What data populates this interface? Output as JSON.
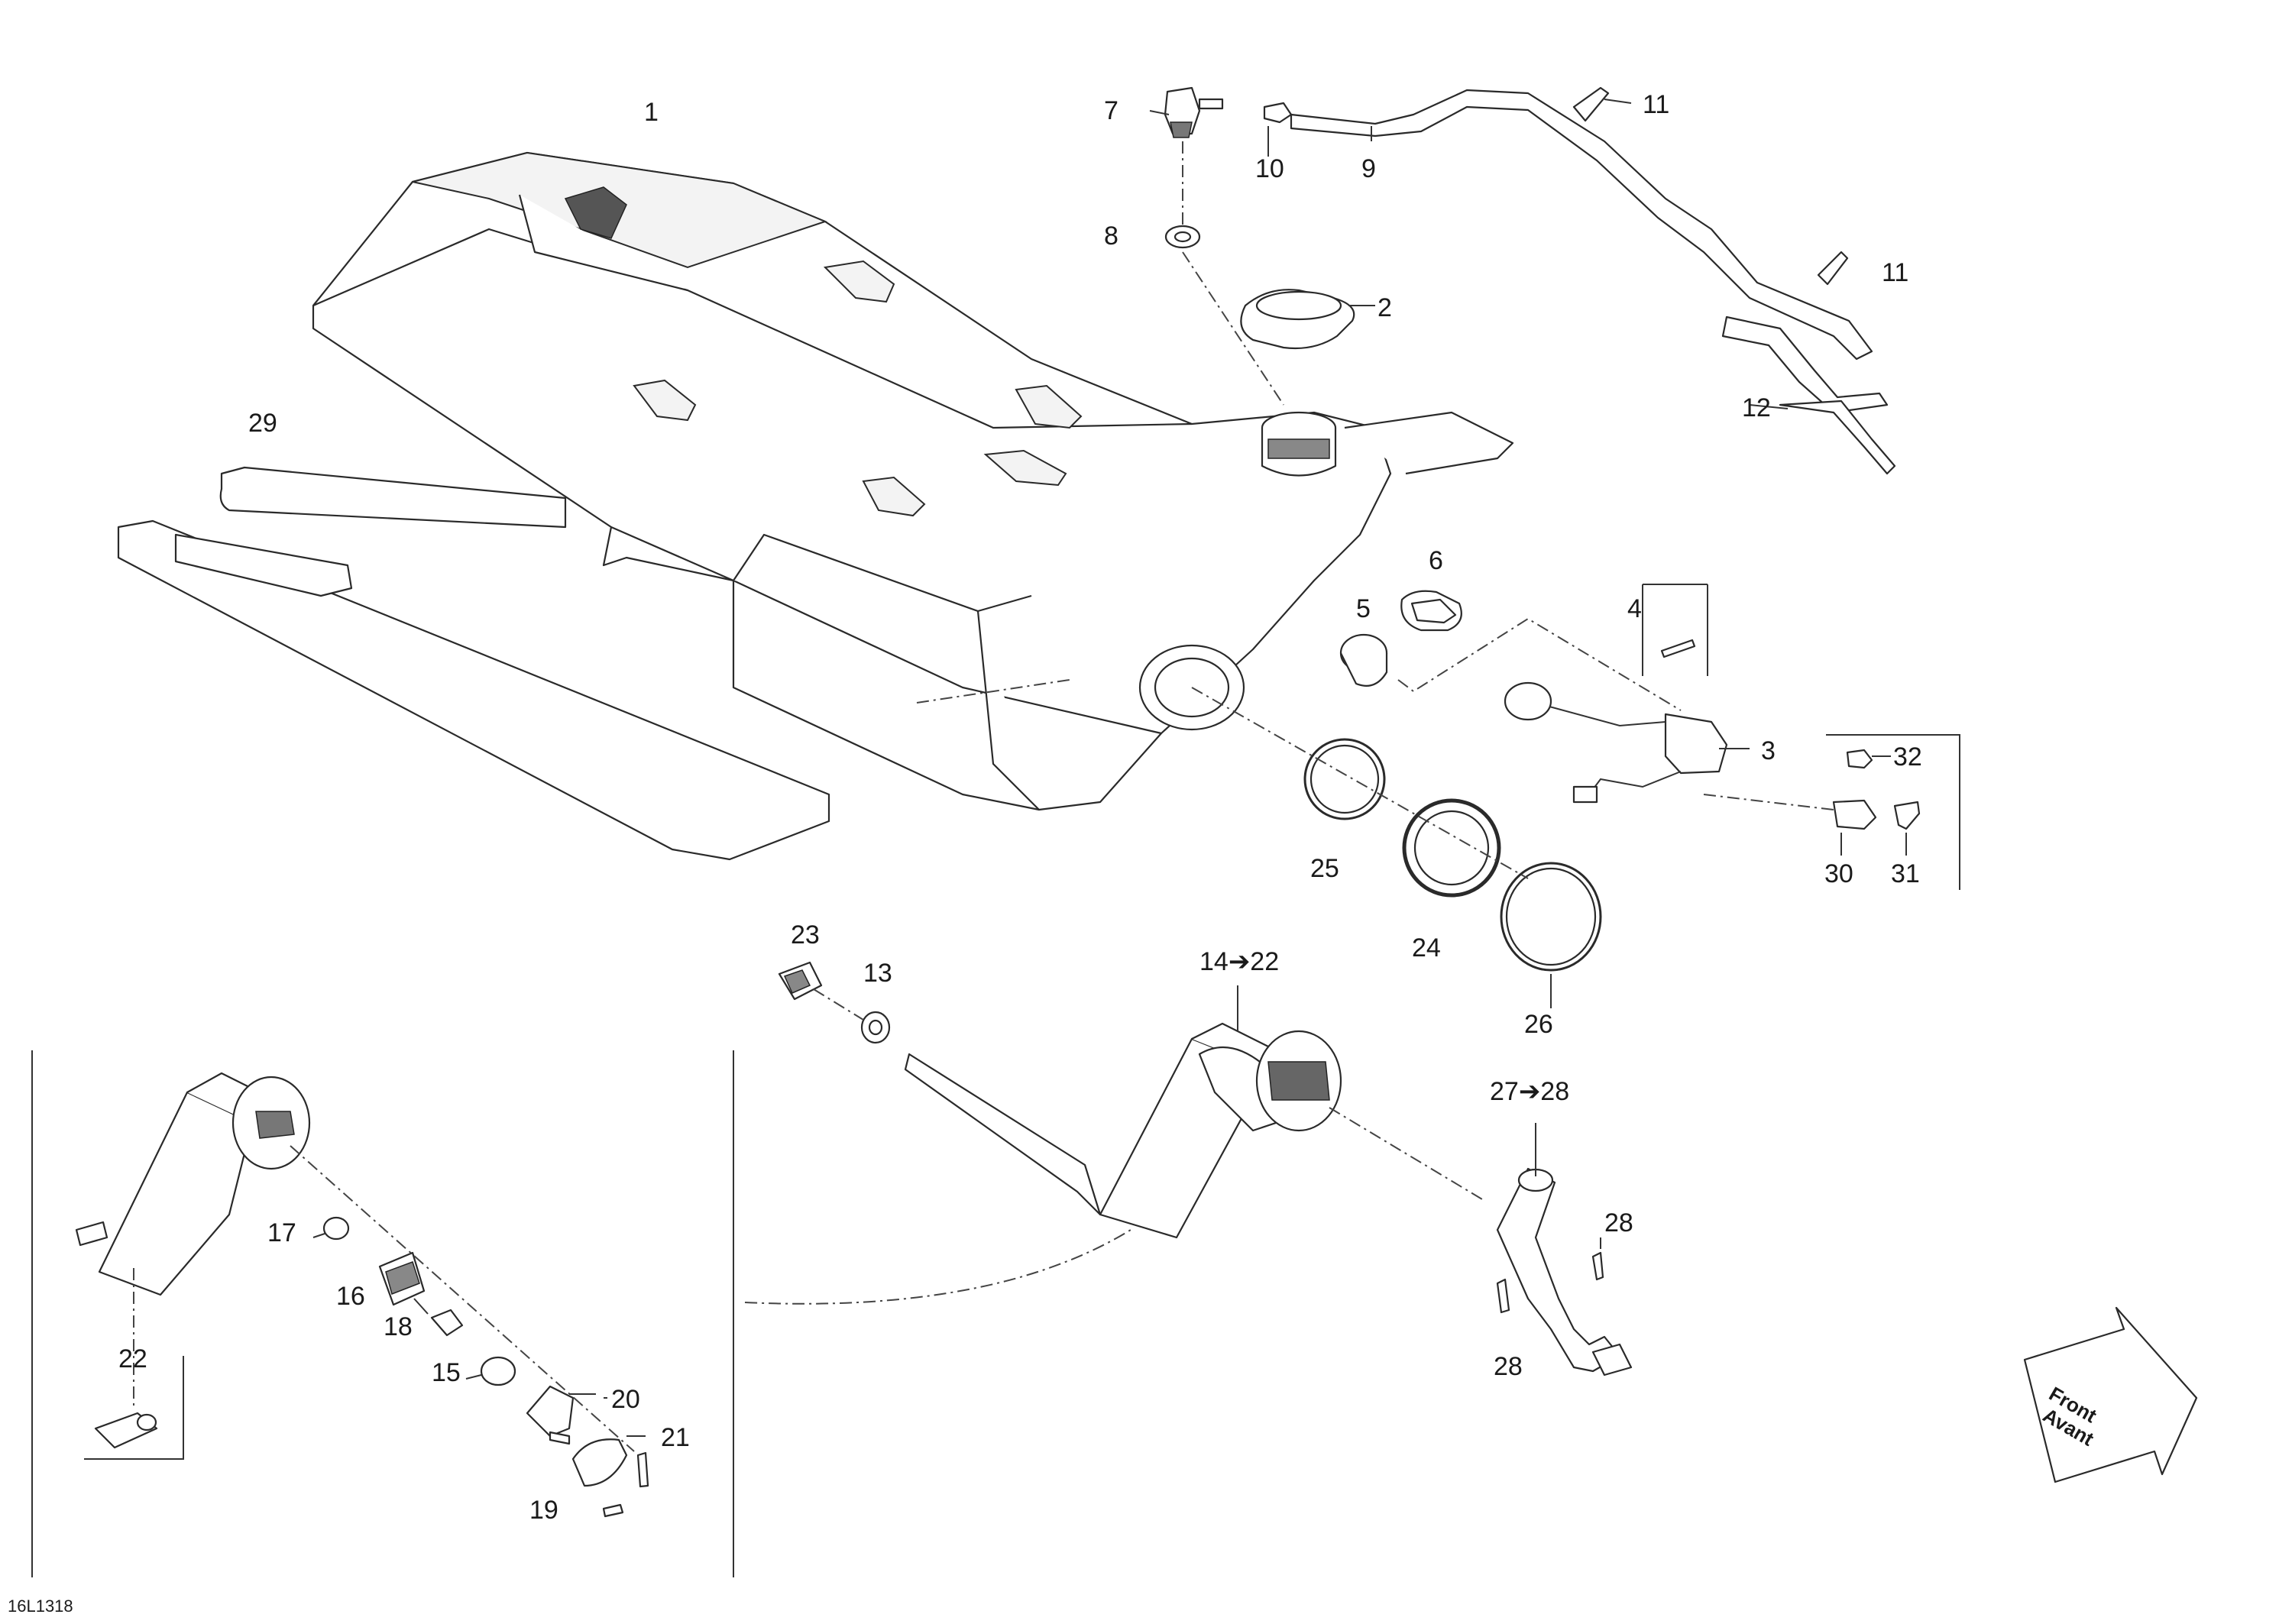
{
  "diagram": {
    "drawing_code": "16L1318",
    "front_arrow": {
      "line1": "Front",
      "line2": "Avant"
    },
    "callouts": [
      {
        "id": "c1",
        "label": "1"
      },
      {
        "id": "c2",
        "label": "2"
      },
      {
        "id": "c3",
        "label": "3"
      },
      {
        "id": "c4",
        "label": "4"
      },
      {
        "id": "c5",
        "label": "5"
      },
      {
        "id": "c6",
        "label": "6"
      },
      {
        "id": "c7",
        "label": "7"
      },
      {
        "id": "c8",
        "label": "8"
      },
      {
        "id": "c9",
        "label": "9"
      },
      {
        "id": "c10",
        "label": "10"
      },
      {
        "id": "c11a",
        "label": "11"
      },
      {
        "id": "c11b",
        "label": "11"
      },
      {
        "id": "c12",
        "label": "12"
      },
      {
        "id": "c13",
        "label": "13"
      },
      {
        "id": "c14",
        "label": "14➔22"
      },
      {
        "id": "c15",
        "label": "15"
      },
      {
        "id": "c16",
        "label": "16"
      },
      {
        "id": "c17",
        "label": "17"
      },
      {
        "id": "c18",
        "label": "18"
      },
      {
        "id": "c19",
        "label": "19"
      },
      {
        "id": "c20",
        "label": "20"
      },
      {
        "id": "c21",
        "label": "21"
      },
      {
        "id": "c22",
        "label": "22"
      },
      {
        "id": "c23",
        "label": "23"
      },
      {
        "id": "c24",
        "label": "24"
      },
      {
        "id": "c25",
        "label": "25"
      },
      {
        "id": "c26",
        "label": "26"
      },
      {
        "id": "c27",
        "label": "27➔28"
      },
      {
        "id": "c28a",
        "label": "28"
      },
      {
        "id": "c28b",
        "label": "28"
      },
      {
        "id": "c29",
        "label": "29"
      },
      {
        "id": "c30",
        "label": "30"
      },
      {
        "id": "c31",
        "label": "31"
      },
      {
        "id": "c32",
        "label": "32"
      }
    ]
  }
}
